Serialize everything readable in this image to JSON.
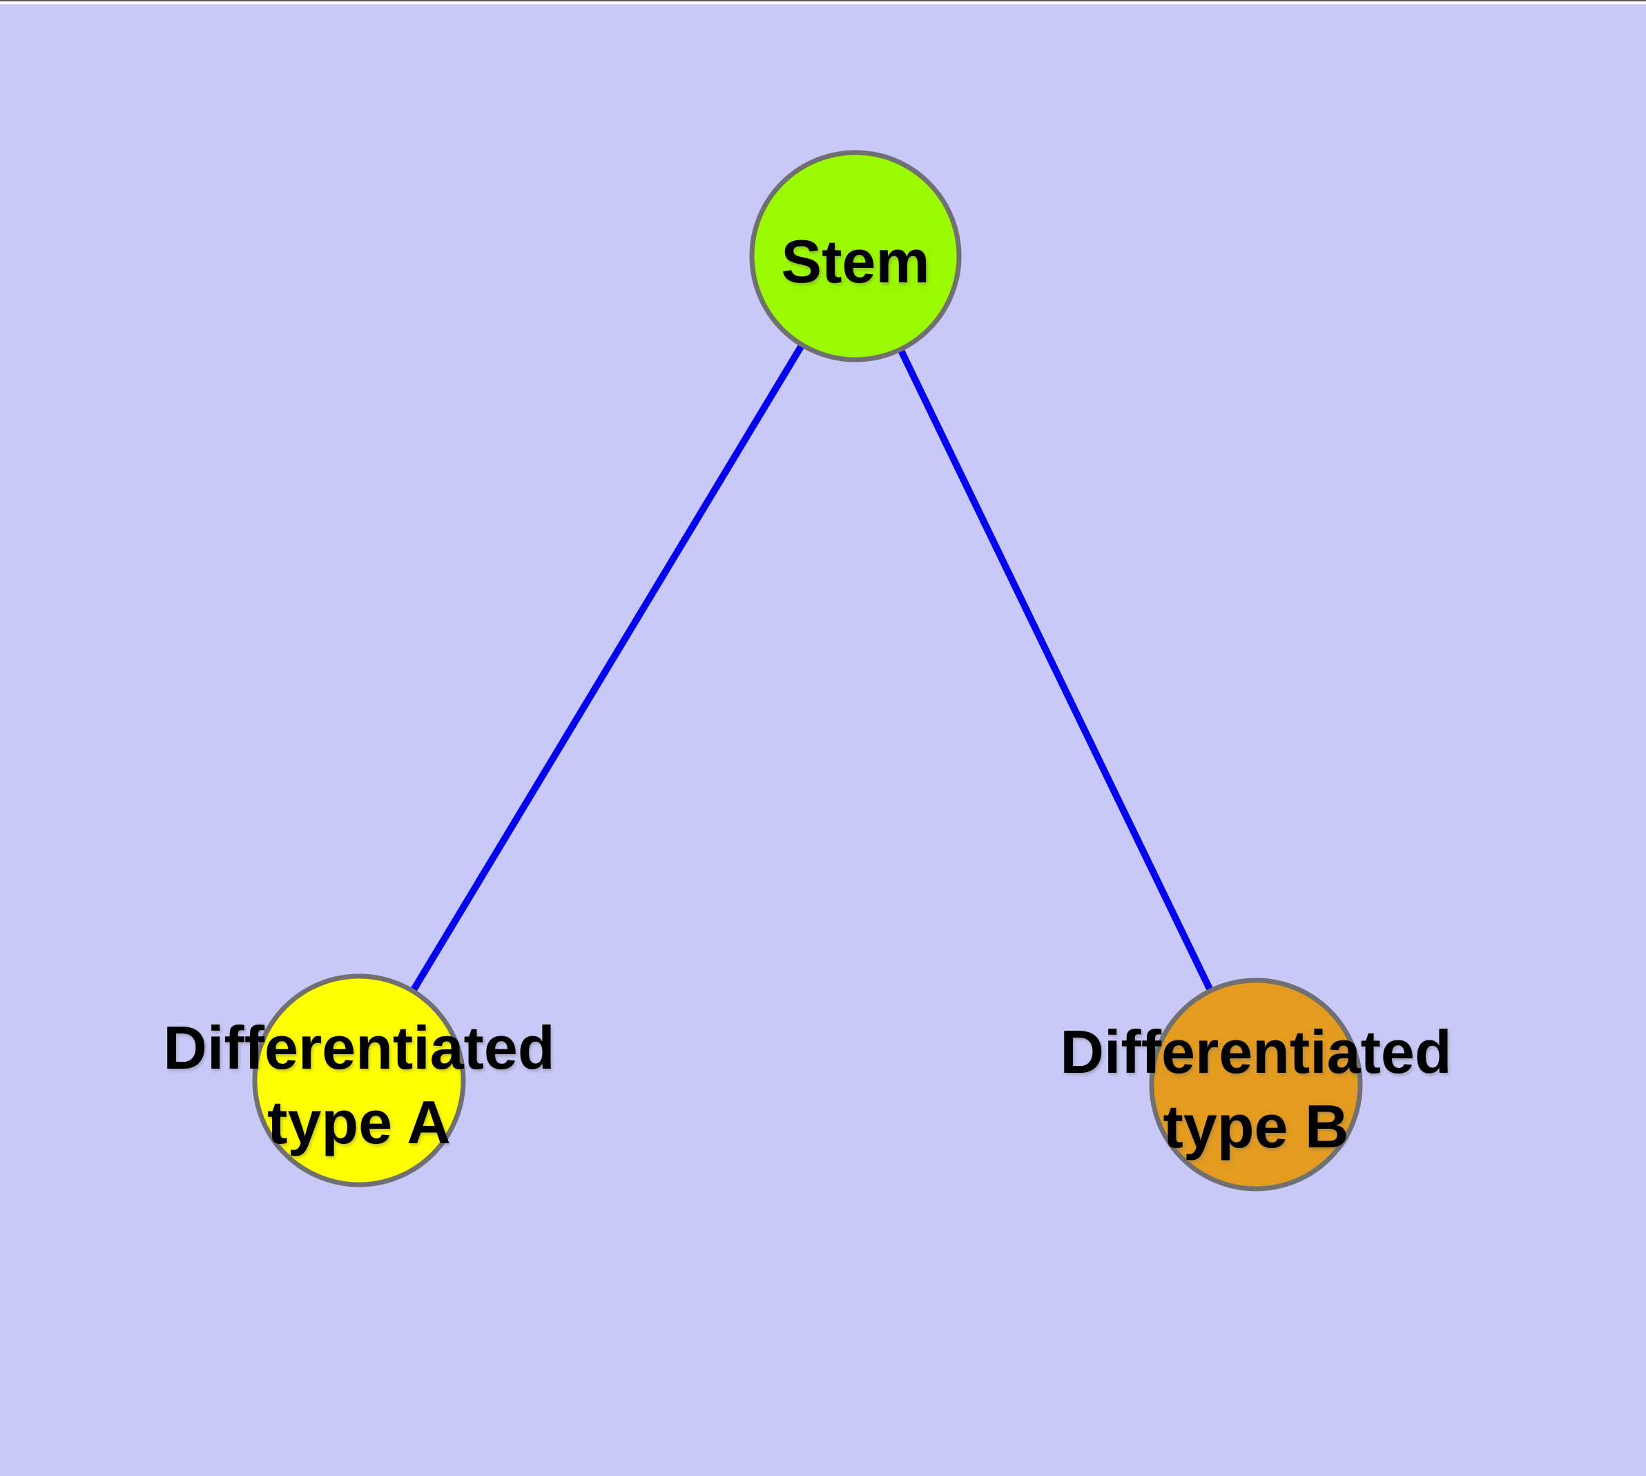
{
  "diagram": {
    "background_color": "#C9C9F9",
    "top_edge_line_color": "#5A5A5A",
    "top_edge_strip_color": "#FFFFFF",
    "edge_color": "#0202EE",
    "node_border_color": "#707070",
    "text_color": "#000000",
    "nodes": [
      {
        "id": "stem",
        "label": "Stem",
        "lines": [
          "Stem"
        ],
        "fill": "#9BF900"
      },
      {
        "id": "differentiated-type-a",
        "label": "Differentiated type A",
        "lines": [
          "Differentiated",
          "type A"
        ],
        "fill": "#FFFF00"
      },
      {
        "id": "differentiated-type-b",
        "label": "Differentiated type B",
        "lines": [
          "Differentiated",
          "type B"
        ],
        "fill": "#E39B20"
      }
    ],
    "edges": [
      {
        "from": "Stem",
        "to": "Differentiated type A"
      },
      {
        "from": "Stem",
        "to": "Differentiated type B"
      }
    ]
  }
}
